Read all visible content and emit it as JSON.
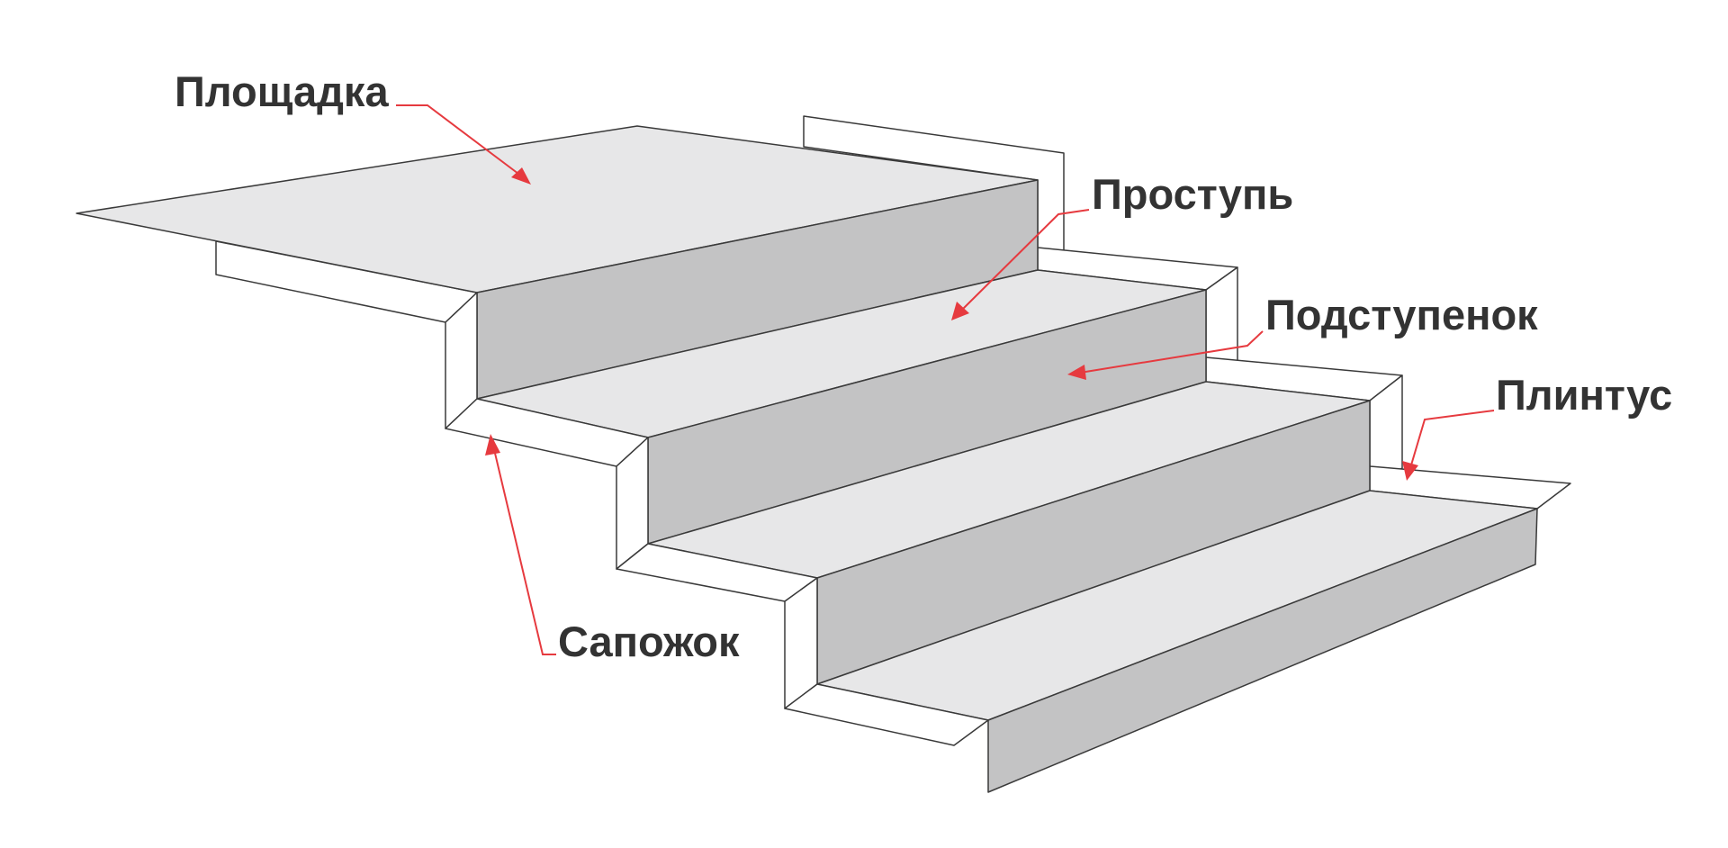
{
  "labels": {
    "landing": "Площадка",
    "tread": "Проступь",
    "riser": "Подступенок",
    "baseboard": "Плинтус",
    "skirt": "Сапожок"
  },
  "colors": {
    "text": "#333333",
    "leader": "#e63a3f",
    "tread_fill": "#e7e7e8",
    "riser_fill": "#c3c3c4",
    "trim_fill": "#ffffff",
    "outline": "#3a3a3a"
  }
}
